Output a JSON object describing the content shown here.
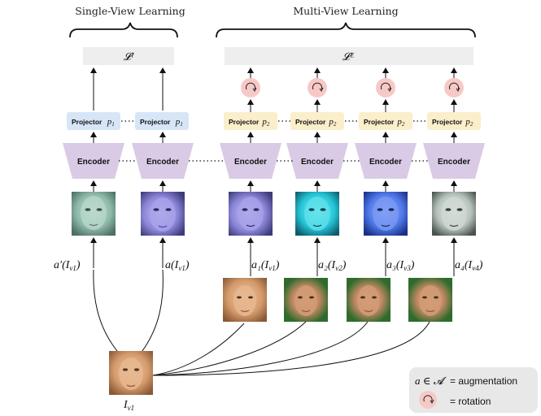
{
  "headings": {
    "single_view": "Single-View Learning",
    "multi_view": "Multi-View Learning"
  },
  "losses": {
    "single": "𝓛ᴵ",
    "multi": "𝓛ᴱ"
  },
  "encoder_label": "Encoder",
  "projector_single": {
    "word": "Projector",
    "sym": "p",
    "sub": "1"
  },
  "projector_multi": {
    "word": "Projector",
    "sym": "p",
    "sub": "2"
  },
  "aug_labels_single": [
    {
      "main": "a′(I",
      "sub": "v1",
      "close": ")"
    },
    {
      "main": "a(I",
      "sub": "v1",
      "close": ")"
    }
  ],
  "aug_labels_multi": [
    {
      "main": "a₁(I",
      "sub": "v1",
      "close": ")"
    },
    {
      "main": "a₂(I",
      "sub": "v2",
      "close": ")"
    },
    {
      "main": "a₃(I",
      "sub": "v3",
      "close": ")"
    },
    {
      "main": "a₄(I",
      "sub": "v4",
      "close": ")"
    }
  ],
  "source_label": {
    "main": "I",
    "sub": "v1"
  },
  "legend": {
    "augmentation_symbol": "a ∈ 𝓐",
    "augmentation_text": "= augmentation",
    "rotation_text": "= rotation"
  },
  "colors": {
    "loss_bar": "#eeeeee",
    "rotation": "#f7c9c6",
    "projector_single": "#d6e6f7",
    "projector_multi": "#fbeecb",
    "encoder": "#d9cbe6",
    "legend_bg": "#e8e8e8",
    "face_warm": "#d9a877",
    "face_green_bg": "#2f6b2c"
  }
}
